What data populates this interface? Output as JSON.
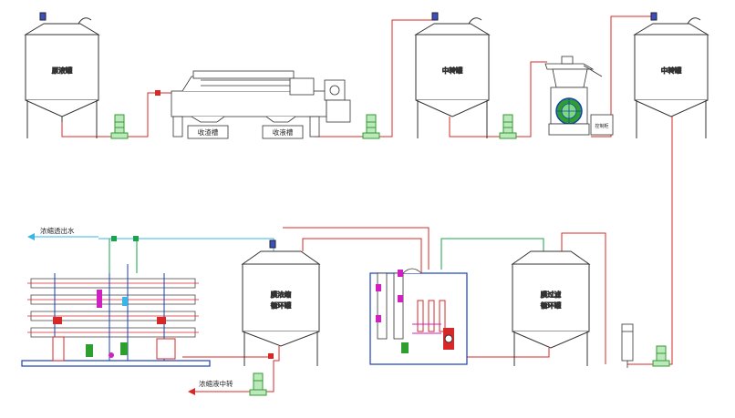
{
  "tanks": {
    "raw": "原液罐",
    "mid1": "中转罐",
    "mid2": "中转罐",
    "membrane_concentrate": [
      "膜浓缩",
      "循环罐"
    ],
    "membrane_filter": [
      "膜过滤",
      "循环罐"
    ]
  },
  "troughs": {
    "left": "收渣槽",
    "right": "收液槽"
  },
  "separator_panel": "控制柜",
  "outlets": {
    "permeate": "浓缩透出水",
    "concentrate": "浓缩液中转"
  },
  "colors": {
    "process_line": "#d62828",
    "permeate_line": "#1aa34a",
    "water_line": "#38b6e8",
    "frame_blue": "#1a3fb5",
    "pump_green": "#2e9e2e",
    "valve_magenta": "#d020c0",
    "equipment": "#333333"
  }
}
